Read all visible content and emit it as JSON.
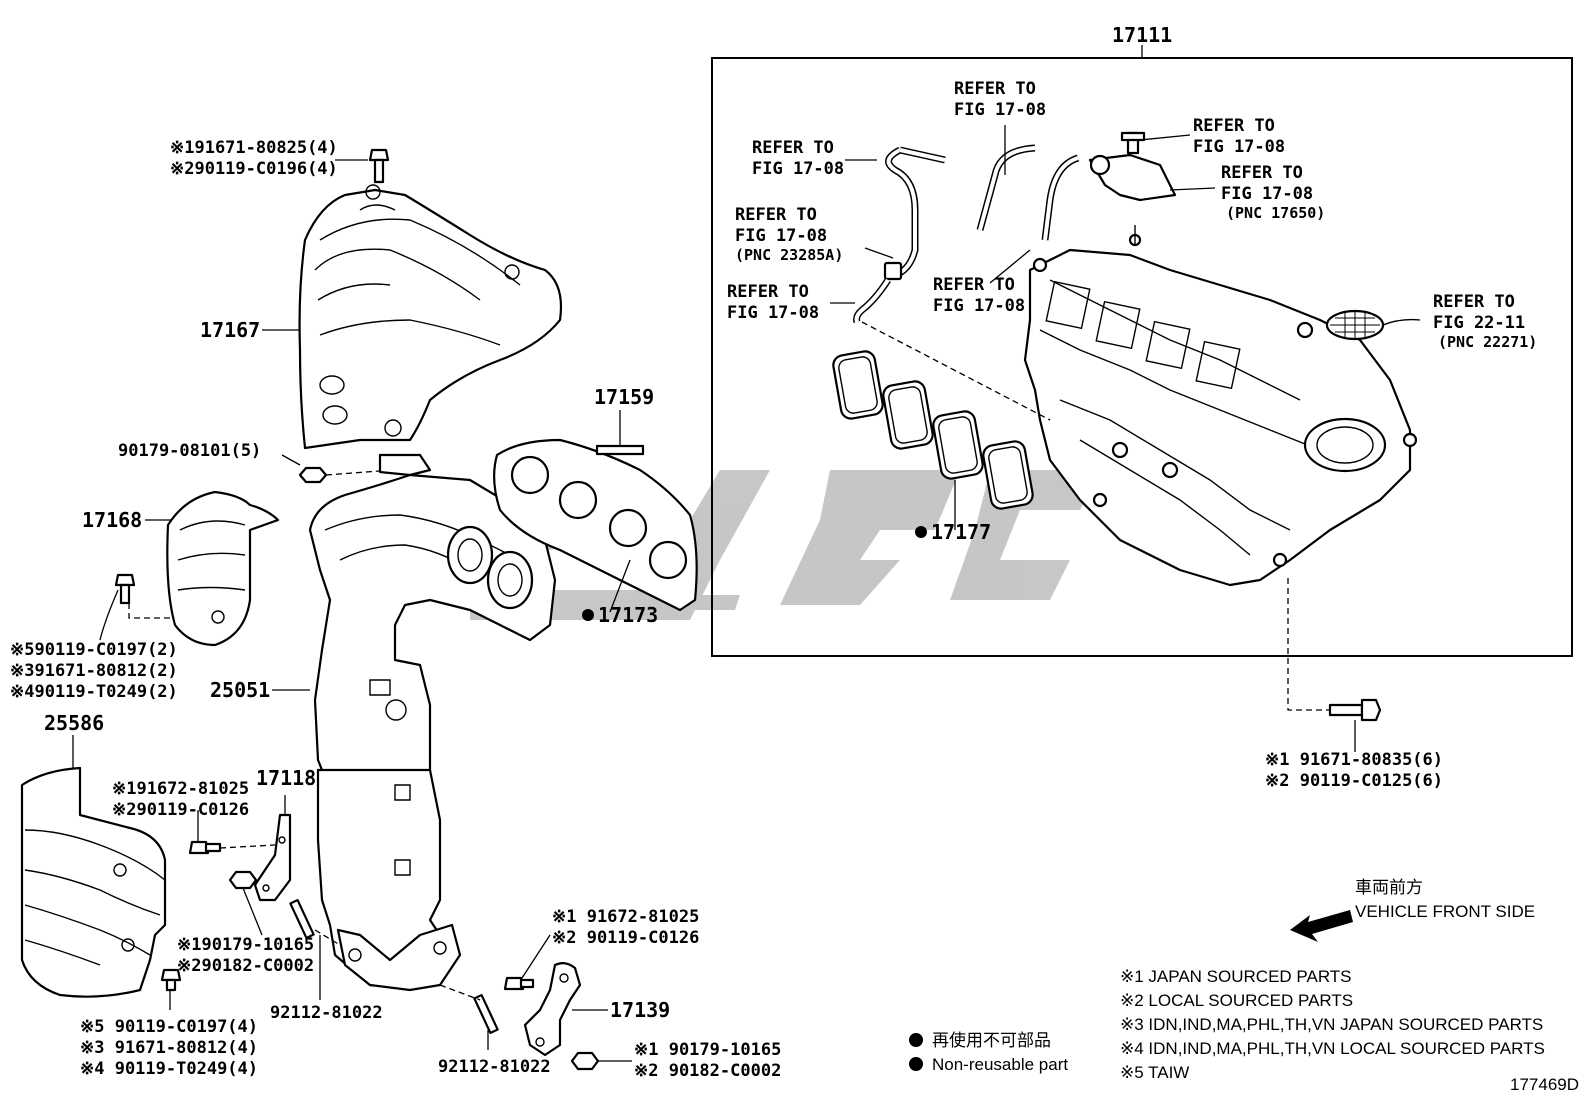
{
  "diagram": {
    "parts": {
      "intake_manifold": "17111",
      "manifold_heat_insulator_upper": "17167",
      "manifold_heat_insulator_lower": "17168",
      "stud_17159": "17159",
      "exhaust_manifold": "25051",
      "exhaust_gasket": "17173",
      "intake_gasket": "17177",
      "heat_insulator_25586": "25586",
      "stay_17118": "17118",
      "stay_17139": "17139",
      "stud_a": "92112-81022",
      "stud_b": "92112-81022",
      "nut_90179": "90179-08101(5)"
    },
    "bolt_callouts": {
      "top_bolt": [
        "※191671-80825(4)",
        "※290119-C0196(4)"
      ],
      "left_bolt": [
        "※590119-C0197(2)",
        "※391671-80812(2)",
        "※490119-T0249(2)"
      ],
      "bottom_left_bolt": [
        "※5 90119-C0197(4)",
        "※3 91671-80812(4)",
        "※4 90119-T0249(4)"
      ],
      "stay_17118_bolt": [
        "※191672-81025",
        "※290119-C0126"
      ],
      "stay_17118_nut": [
        "※190179-10165",
        "※290182-C0002"
      ],
      "stay_17139_bolt": [
        "※1 91672-81025",
        "※2 90119-C0126"
      ],
      "stay_17139_nut": [
        "※1 90179-10165",
        "※2 90182-C0002"
      ],
      "manifold_bolt": [
        "※1 91671-80835(6)",
        "※2 90119-C0125(6)"
      ]
    },
    "refer_labels": {
      "r1": [
        "REFER TO",
        "FIG 17-08"
      ],
      "r2": [
        "REFER TO",
        "FIG 17-08"
      ],
      "r3": [
        "REFER TO",
        "FIG 17-08",
        "(PNC 23285A)"
      ],
      "r4": [
        "REFER TO",
        "FIG 17-08"
      ],
      "r5": [
        "REFER TO",
        "FIG 17-08"
      ],
      "r6": [
        "REFER TO",
        "FIG 17-08"
      ],
      "r7": [
        "REFER TO",
        "FIG 17-08",
        "(PNC 17650)"
      ],
      "r8": [
        "REFER TO",
        "FIG 22-11",
        "(PNC 22271)"
      ]
    },
    "direction": {
      "jp": "車両前方",
      "en": "VEHICLE FRONT SIDE"
    },
    "legend": {
      "nonreusable_jp": "再使用不可部品",
      "nonreusable_en": "Non-reusable part",
      "notes": [
        "※1 JAPAN SOURCED PARTS",
        "※2 LOCAL SOURCED PARTS",
        "※3 IDN,IND,MA,PHL,TH,VN  JAPAN SOURCED PARTS",
        "※4 IDN,IND,MA,PHL,TH,VN  LOCAL SOURCED PARTS",
        "※5 TAIW"
      ]
    },
    "figure_id": "177469D"
  }
}
